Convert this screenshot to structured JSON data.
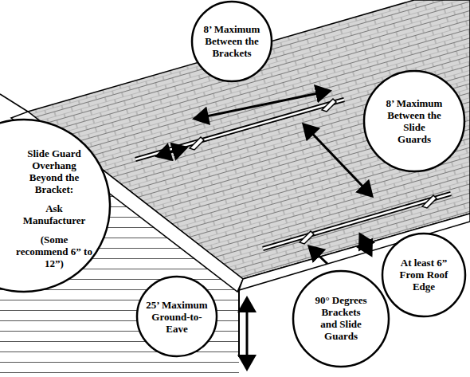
{
  "diagram": {
    "nodes": [
      {
        "text": [
          "8’ Maximum Between the Brackets"
        ]
      },
      {
        "text": [
          "8’ Maximum Between the Slide Guards"
        ]
      },
      {
        "text": [
          "Slide Guard Overhang Beyond the Bracket:",
          "Ask Manufacturer",
          "(Some recommend 6” to 12”)"
        ]
      },
      {
        "text": [
          "At least 6” From Roof Edge"
        ]
      },
      {
        "text": [
          "90° Degrees Brackets and Slide Guards"
        ]
      },
      {
        "text": [
          "25’ Maximum Ground-to-Eave"
        ]
      }
    ]
  }
}
